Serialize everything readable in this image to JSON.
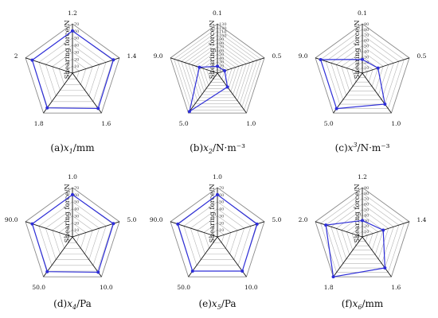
{
  "figure": {
    "series_color": "#2e2ed8",
    "grid_color": "#b5b5b5",
    "axis_color": "#111111"
  },
  "chart_data": [
    {
      "type": "radar",
      "panel": "a",
      "caption_prefix": "(a)",
      "caption_var": "x",
      "caption_sub": "1",
      "caption_sup": "",
      "caption_unit": "/mm",
      "ylabel": "Shearing force/N",
      "r_ticks": [
        "0",
        "10",
        "20",
        "30",
        "40",
        "50",
        "60",
        "70"
      ],
      "r_max": 70,
      "axes": [
        "1.2",
        "1.4",
        "1.6",
        "1.8",
        "2"
      ],
      "values": [
        60,
        61,
        62,
        61,
        60
      ]
    },
    {
      "type": "radar",
      "panel": "b",
      "caption_prefix": "(b)",
      "caption_var": "x",
      "caption_sub": "2",
      "caption_sup": "",
      "caption_unit": "/N·m⁻³",
      "ylabel": "Shearing force/N",
      "r_ticks": [
        "0",
        "10",
        "20",
        "30",
        "40",
        "50",
        "60",
        "70",
        "80",
        "90",
        "100",
        "110",
        "120",
        "130"
      ],
      "r_max": 130,
      "axes": [
        "0.1",
        "0.5",
        "1.0",
        "5.0",
        "9.0"
      ],
      "values": [
        18,
        20,
        45,
        125,
        50
      ]
    },
    {
      "type": "radar",
      "panel": "c",
      "caption_prefix": "(c)",
      "caption_var": "x",
      "caption_sub": "",
      "caption_sup": "3",
      "caption_unit": "/N·m⁻³",
      "ylabel": "Shearing force/N",
      "r_ticks": [
        "0",
        "10",
        "20",
        "30",
        "40",
        "50",
        "60",
        "70",
        "80",
        "90"
      ],
      "r_max": 90,
      "axes": [
        "0.1",
        "0.5",
        "1.0",
        "5.0",
        "9.0"
      ],
      "values": [
        25,
        30,
        70,
        80,
        80
      ]
    },
    {
      "type": "radar",
      "panel": "d",
      "caption_prefix": "(d)",
      "caption_var": "x",
      "caption_sub": "4",
      "caption_sup": "",
      "caption_unit": "/Pa",
      "ylabel": "Shearing force/N",
      "r_ticks": [
        "0",
        "10",
        "20",
        "30",
        "40",
        "50",
        "60",
        "70"
      ],
      "r_max": 70,
      "axes": [
        "1.0",
        "5.0",
        "10.0",
        "50.0",
        "90.0"
      ],
      "values": [
        60,
        61,
        62,
        61,
        60
      ]
    },
    {
      "type": "radar",
      "panel": "e",
      "caption_prefix": "(e)",
      "caption_var": "x",
      "caption_sub": "5",
      "caption_sup": "",
      "caption_unit": "/Pa",
      "ylabel": "Shearing force/N",
      "r_ticks": [
        "0",
        "10",
        "20",
        "30",
        "40",
        "50",
        "60",
        "70"
      ],
      "r_max": 70,
      "axes": [
        "1.0",
        "5.0",
        "10.0",
        "50.0",
        "90.0"
      ],
      "values": [
        60,
        59,
        60,
        60,
        59
      ]
    },
    {
      "type": "radar",
      "panel": "f",
      "caption_prefix": "(f)",
      "caption_var": "x",
      "caption_sub": "6",
      "caption_sup": "",
      "caption_unit": "/mm",
      "ylabel": "Shearing force/N",
      "r_ticks": [
        "0",
        "10",
        "20",
        "30",
        "40",
        "50",
        "60",
        "70",
        "80",
        "90"
      ],
      "r_max": 90,
      "axes": [
        "1.2",
        "1.4",
        "1.6",
        "1.8",
        "2.0"
      ],
      "values": [
        30,
        40,
        70,
        90,
        70
      ]
    }
  ]
}
